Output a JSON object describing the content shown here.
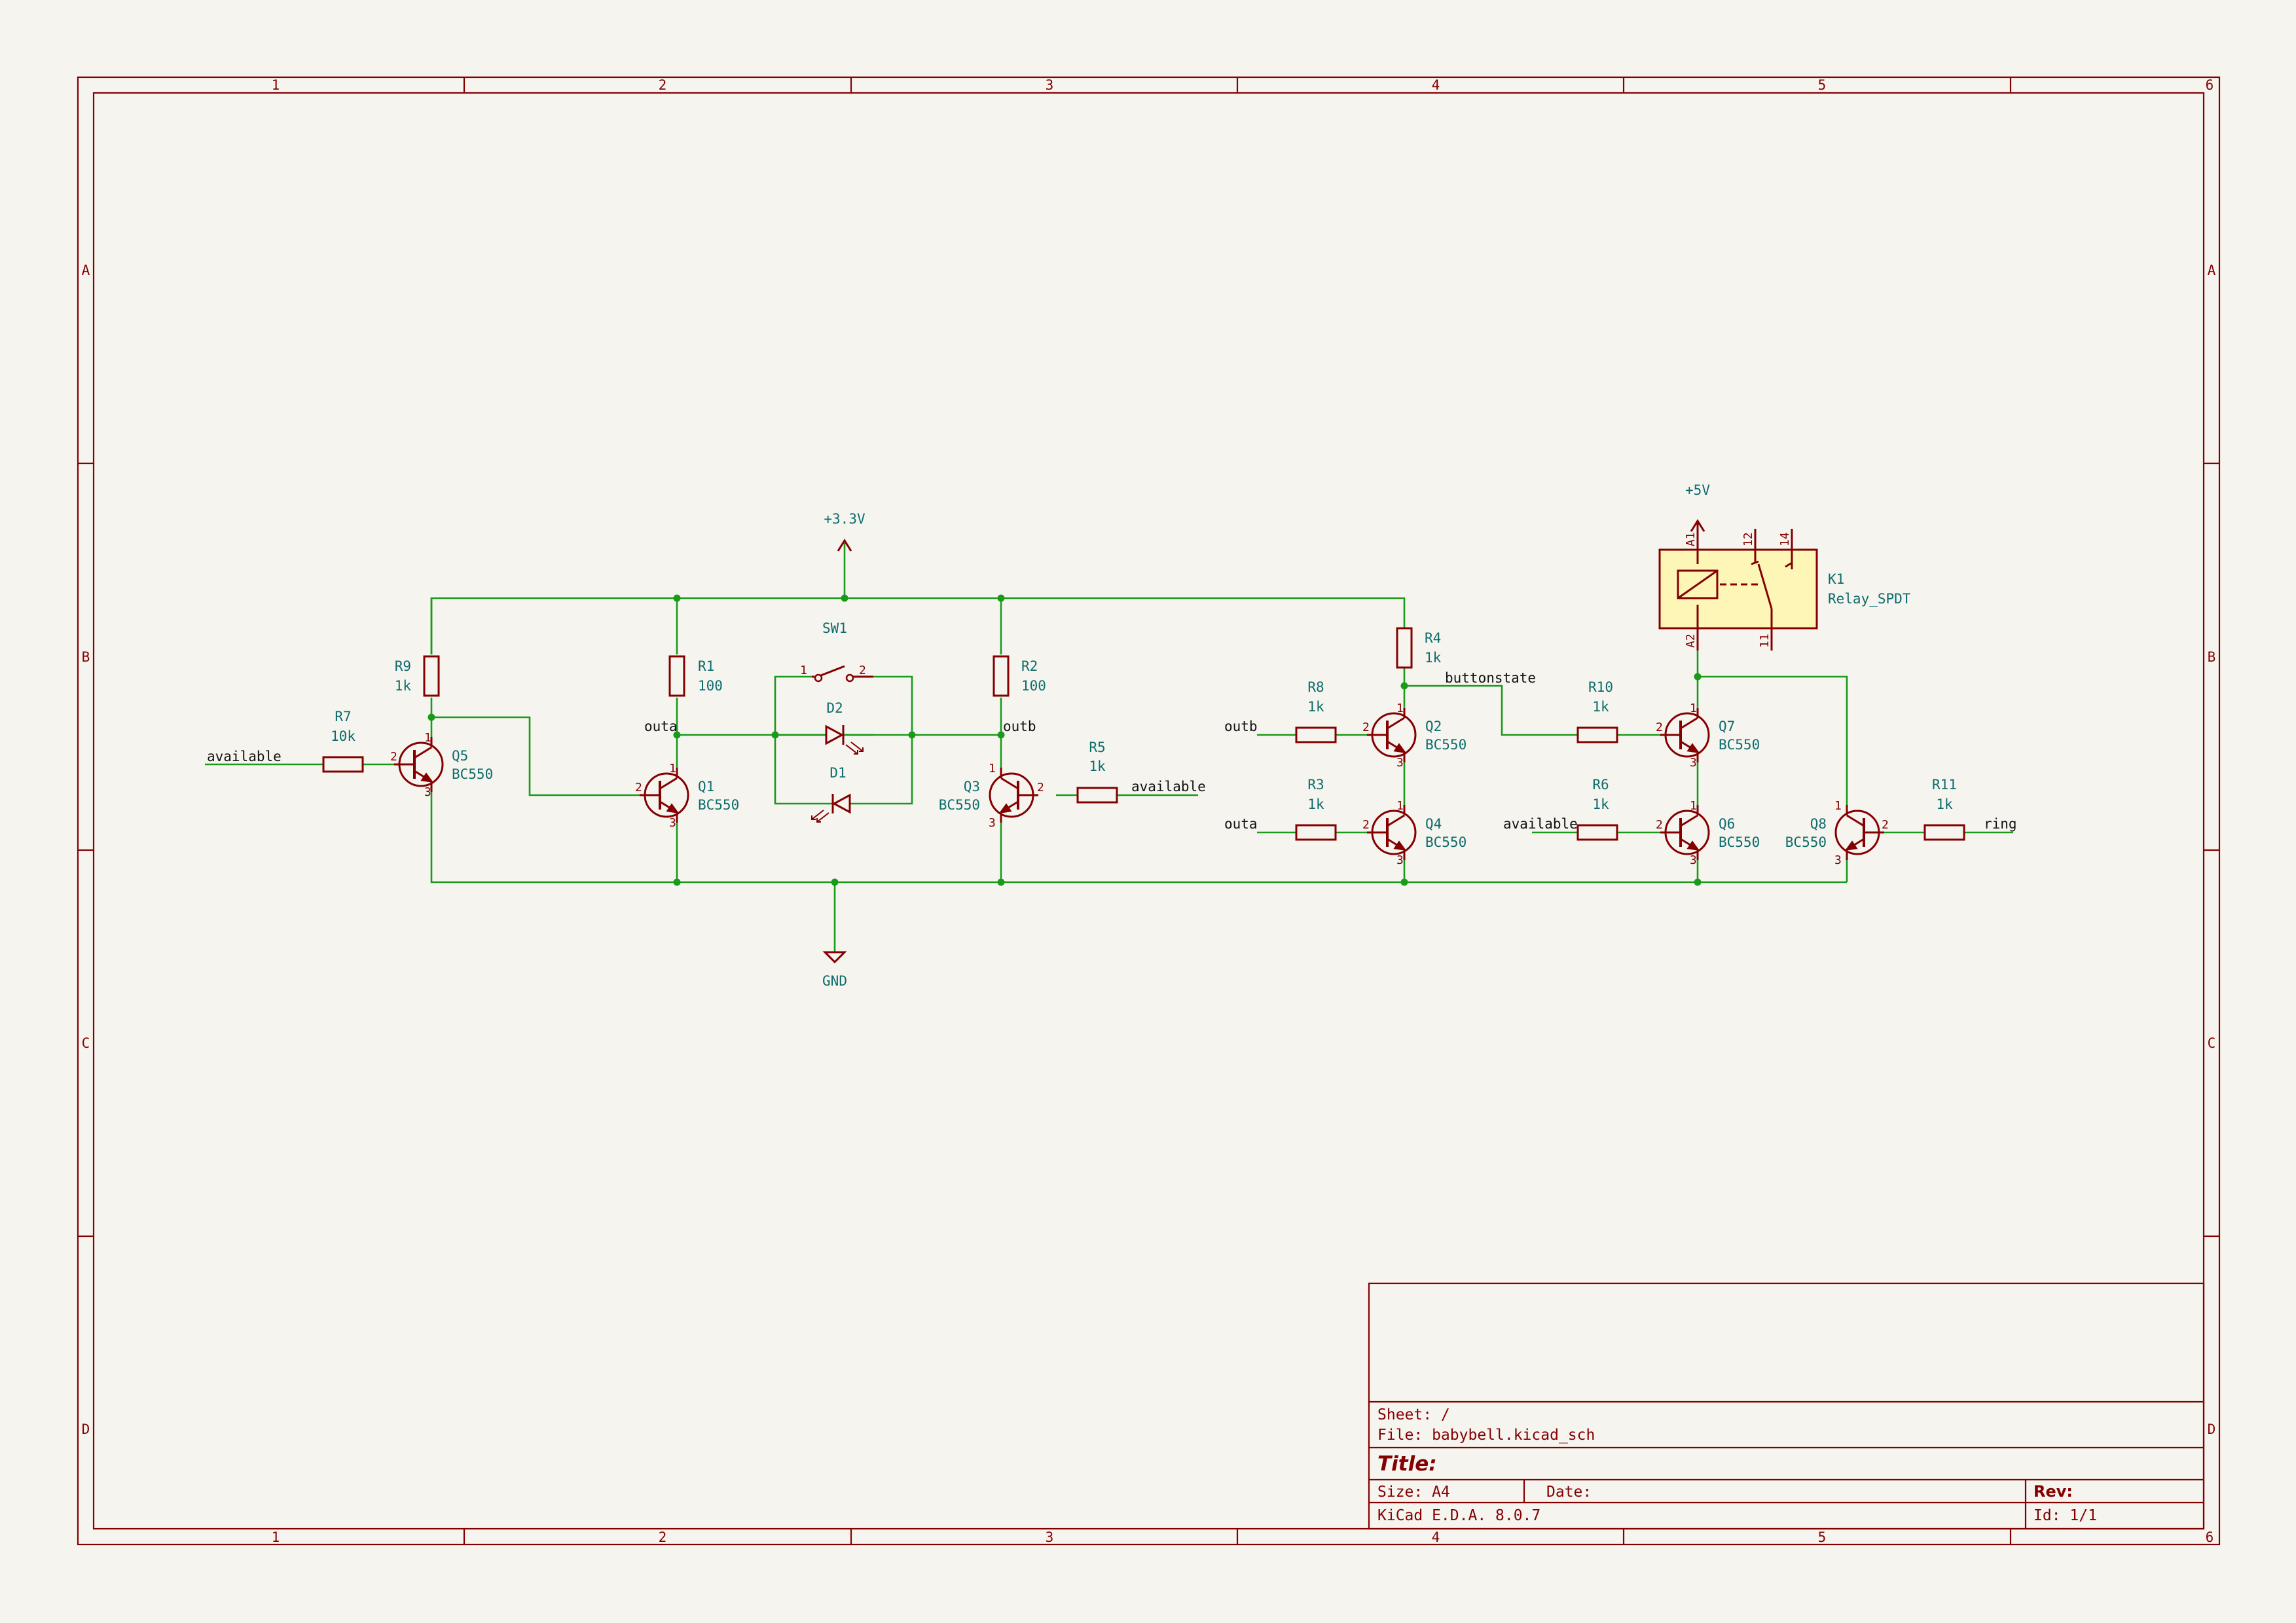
{
  "zones": {
    "cols": [
      "1",
      "2",
      "3",
      "4",
      "5",
      "6"
    ],
    "rows": [
      "A",
      "B",
      "C",
      "D"
    ]
  },
  "power": {
    "vcc3": "+3.3V",
    "vcc5": "+5V",
    "gnd": "GND"
  },
  "components": {
    "R7": {
      "ref": "R7",
      "value": "10k"
    },
    "R9": {
      "ref": "R9",
      "value": "1k"
    },
    "Q5": {
      "ref": "Q5",
      "value": "BC550"
    },
    "R1": {
      "ref": "R1",
      "value": "100"
    },
    "Q1": {
      "ref": "Q1",
      "value": "BC550"
    },
    "SW1": {
      "ref": "SW1"
    },
    "D2": {
      "ref": "D2"
    },
    "D1": {
      "ref": "D1"
    },
    "R2": {
      "ref": "R2",
      "value": "100"
    },
    "Q3": {
      "ref": "Q3",
      "value": "BC550"
    },
    "R5": {
      "ref": "R5",
      "value": "1k"
    },
    "R4": {
      "ref": "R4",
      "value": "1k"
    },
    "R8": {
      "ref": "R8",
      "value": "1k"
    },
    "Q2": {
      "ref": "Q2",
      "value": "BC550"
    },
    "R3": {
      "ref": "R3",
      "value": "1k"
    },
    "Q4": {
      "ref": "Q4",
      "value": "BC550"
    },
    "K1": {
      "ref": "K1",
      "value": "Relay_SPDT"
    },
    "R10": {
      "ref": "R10",
      "value": "1k"
    },
    "Q7": {
      "ref": "Q7",
      "value": "BC550"
    },
    "R6": {
      "ref": "R6",
      "value": "1k"
    },
    "Q6": {
      "ref": "Q6",
      "value": "BC550"
    },
    "Q8": {
      "ref": "Q8",
      "value": "BC550"
    },
    "R11": {
      "ref": "R11",
      "value": "1k"
    }
  },
  "nets": {
    "available": "available",
    "outa": "outa",
    "outb": "outb",
    "buttonstate": "buttonstate",
    "ring": "ring"
  },
  "pins": {
    "p1": "1",
    "p2": "2",
    "p3": "3",
    "k_a1": "A1",
    "k_a2": "A2",
    "k_11": "11",
    "k_12": "12",
    "k_14": "14"
  },
  "titleblock": {
    "sheet": "Sheet: /",
    "file": "File: babybell.kicad_sch",
    "title": "Title:",
    "size": "Size: A4",
    "date": "Date:",
    "rev": "Rev:",
    "tool": "KiCad E.D.A. 8.0.7",
    "id": "Id: 1/1"
  },
  "colors": {
    "border": "#840000",
    "wire": "#1a9a1a",
    "reference": "#0e6c6c",
    "background": "#f5f4ef",
    "relay_fill": "#fdf6b6"
  }
}
